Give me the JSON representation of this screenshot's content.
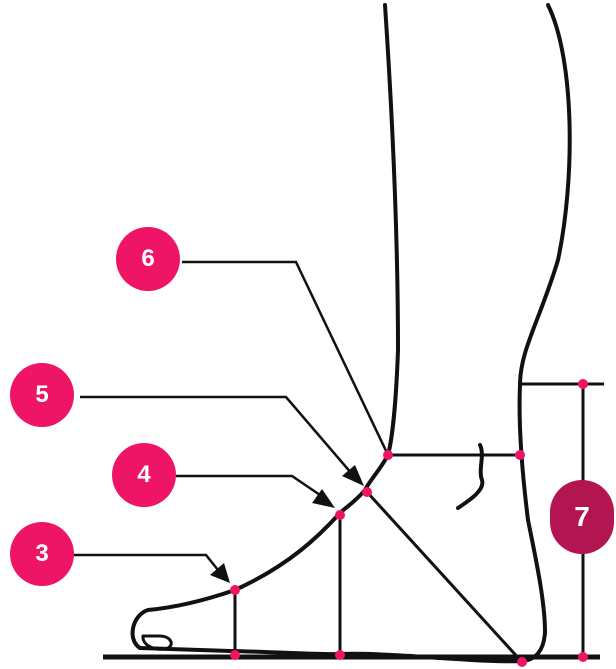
{
  "colors": {
    "accent": "#ef1566",
    "accent_dark": "#b31550",
    "line": "#111111"
  },
  "markers": [
    {
      "label": "3"
    },
    {
      "label": "4"
    },
    {
      "label": "5"
    },
    {
      "label": "6"
    },
    {
      "label": "7"
    }
  ]
}
